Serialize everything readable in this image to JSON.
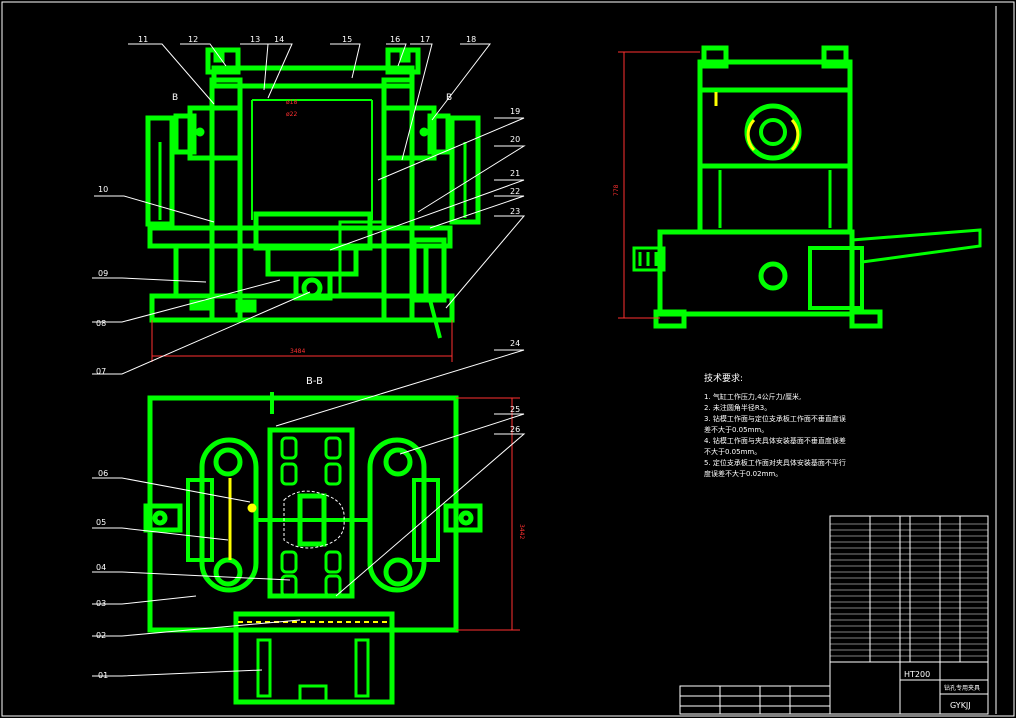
{
  "labels_top": [
    "11",
    "12",
    "13",
    "14",
    "15",
    "16",
    "17",
    "18",
    "19",
    "20",
    "21",
    "22",
    "23",
    "24",
    "25",
    "26"
  ],
  "labels_left": [
    "10",
    "09",
    "08",
    "07",
    "06",
    "05",
    "04",
    "03",
    "02",
    "01"
  ],
  "section": {
    "top_marker": "B",
    "bottom_title": "B-B"
  },
  "dimensions": {
    "top_width": "3484",
    "side_height": "778",
    "bottom_height": "3442",
    "small_a": "ø18",
    "small_b": "ø22"
  },
  "notes": {
    "title": "技术要求:",
    "lines": [
      "1. 气缸工作压力,4公斤力/厘米,",
      "2. 未注圆角半径R3。",
      "3. 钻模工作面与定位支承板工作面不垂直度误",
      "差不大于0.05mm。",
      "4. 钻模工作面与夹具体安装基面不垂直度误差",
      "不大于0.05mm。",
      "5. 定位支承板工作面对夹具体安装基面不平行",
      "度误差不大于0.02mm。"
    ]
  },
  "title_block": {
    "material": "HT200",
    "drawing_name": "钻孔专用夹具",
    "code": "GYKJJ"
  },
  "colors": {
    "background": "#000000",
    "line": "#00ff00",
    "text": "#ffffff",
    "accent": "#ffff00",
    "frame": "#ffffff"
  }
}
